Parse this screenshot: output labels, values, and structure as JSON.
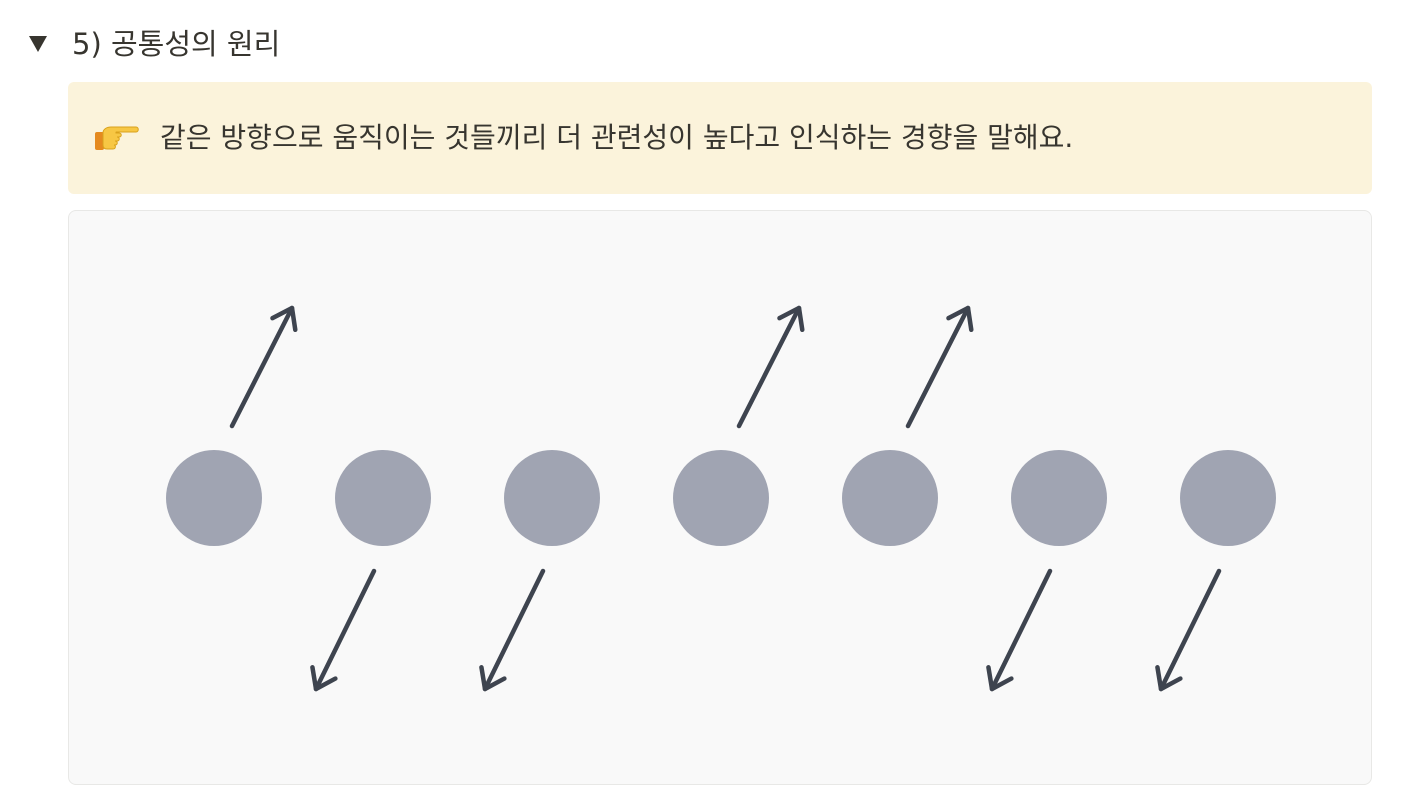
{
  "toggle": {
    "title": "5) 공통성의 원리",
    "expanded": true,
    "icon": "triangle-down-icon"
  },
  "callout": {
    "icon": "pointing-hand-icon",
    "text": "같은 방향으로 움직이는 것들끼리 더 관련성이 높다고 인식하는 경향을 말해요.",
    "background": "#fbf3db"
  },
  "diagram": {
    "background": "#f9f9f9",
    "circle_color": "#a0a4b2",
    "arrow_color": "#3e444f",
    "items": [
      {
        "direction": "up"
      },
      {
        "direction": "down"
      },
      {
        "direction": "down"
      },
      {
        "direction": "up"
      },
      {
        "direction": "up"
      },
      {
        "direction": "down"
      },
      {
        "direction": "down"
      }
    ]
  }
}
